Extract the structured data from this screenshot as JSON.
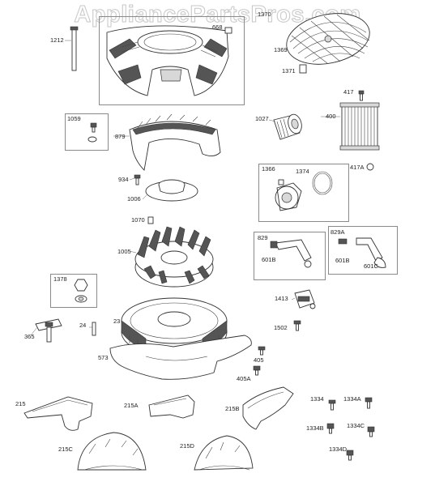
{
  "watermark": "AppliancePartsPros.com",
  "labels": {
    "l1212": "1212",
    "l668": "668",
    "l1370": "1370",
    "l1369": "1369",
    "l1371": "1371",
    "l417": "417",
    "l400": "400",
    "l1059": "1059",
    "l879": "879",
    "l1027": "1027",
    "l934": "934",
    "l1006": "1006",
    "l1366": "1366",
    "l1374": "1374",
    "l417A": "417A",
    "l1070": "1070",
    "l1005": "1005",
    "l829": "829",
    "l829A": "829A",
    "l601B_a": "601B",
    "l601B_b": "601B",
    "l601C": "601C",
    "l1378": "1378",
    "l1413": "1413",
    "l365": "365",
    "l24": "24",
    "l23": "23",
    "l1502": "1502",
    "l573": "573",
    "l405": "405",
    "l405A": "405A",
    "l215": "215",
    "l215A": "215A",
    "l215B": "215B",
    "l1334": "1334",
    "l1334A": "1334A",
    "l1334B": "1334B",
    "l1334C": "1334C",
    "l1334D": "1334D",
    "l215C": "215C",
    "l215D": "215D"
  }
}
